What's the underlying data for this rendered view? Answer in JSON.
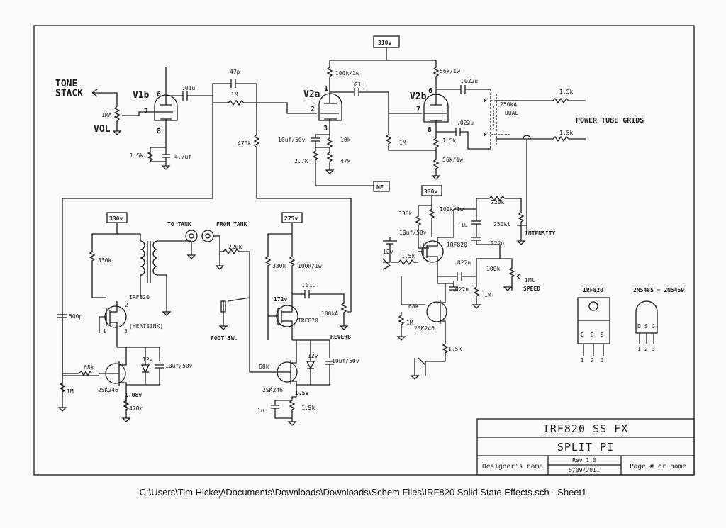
{
  "title_block": {
    "title": "IRF820 SS FX",
    "subtitle": "SPLIT PI",
    "designer_label": "Designer's name",
    "revision": "Rev 1.0",
    "date": "5/09/2011",
    "page_label": "Page # or name"
  },
  "footer_path": "C:\\Users\\Tim Hickey\\Documents\\Downloads\\Downloads\\Schem Files\\IRF820 Solid State Effects.sch  -  Sheet1",
  "supply_labels": {
    "main": "310v",
    "reverb_driver": "330v",
    "reverb_recovery": "275v",
    "trem": "330v"
  },
  "io_labels": {
    "tone_stack": "TONE\nSTACK",
    "vol": "VOL",
    "power_tube_grids": "POWER TUBE GRIDS",
    "to_tank": "TO TANK",
    "from_tank": "FROM TANK",
    "foot_sw": "FOOT SW.",
    "nf": "NF",
    "reverb": "REVERB",
    "intensity": "INTENSITY",
    "speed": "SPEED",
    "heatsink": "(HEATSINK)",
    "dual": "DUAL"
  },
  "tubes": {
    "v1b": "V1b",
    "v2a": "V2a",
    "v2b": "V2b"
  },
  "pin_numbers": {
    "v1b_plate": "6",
    "v1b_grid": "7",
    "v1b_cath": "8",
    "v2a_plate": "1",
    "v2a_grid": "2",
    "v2a_cath": "3",
    "v2b_plate": "6",
    "v2b_grid": "7",
    "v2b_cath": "8"
  },
  "components": {
    "vol_pot": "1MA",
    "v1b_rk": "1.5k",
    "v1b_ck": "4.7uf",
    "c_01u_a": ".01u",
    "c_47p": "47p",
    "r_1m_a": "1M",
    "r_470k": "470k",
    "r_100k1w_a": "100k/1w",
    "c_01u_b": ".01u",
    "c_10uf50v_a": "10uf/50v",
    "r_10k": "10k",
    "r_27k": "2.7k",
    "r_47k": "47k",
    "r_1m_b": "1M",
    "r_56k1w_a": "56k/1w",
    "c_022u_a": ".022u",
    "c_022u_b": ".022u",
    "r_15k_a": "1.5k",
    "r_56k1w_b": "56k/1w",
    "pot_250ka": "250kA",
    "r_15k_out1": "1.5k",
    "r_15k_out2": "1.5k",
    "r_330k_a": "330k",
    "mosfet_a": "IRF820",
    "c_500p": "500p",
    "r_68k_a": "68k",
    "jfet_a": "2SK246",
    "r_1m_c": "1M",
    "v_108": "1.08v",
    "r_470r": "470r",
    "zener_a": "12v",
    "c_10uf50v_b": "10uf/50v",
    "r_220k_a": "220k",
    "r_330k_b": "330k",
    "r_100k1w_b": "100k/1w",
    "v_172": "172v",
    "mosfet_b": "IRF820",
    "c_01u_c": ".01u",
    "pot_100ka": "100kA",
    "r_68k_b": "68k",
    "jfet_b": "2SK246",
    "v_15": "1.5v",
    "c_1u": ".1u",
    "r_15k_b": "1.5k",
    "zener_b": "12v",
    "c_10uf50v_c": "10uf/50v",
    "r_330k_c": "330k",
    "r_100k1w_c": "100k/1w",
    "r_220k_b": "220k",
    "c_1u_b": ".1u",
    "pot_250kl": "250kl",
    "c_10uf50v_d": "10uf/50v",
    "zener_c": "12v",
    "r_15k_c": "1.5k",
    "mosfet_c": "IRF820",
    "c_022u_c": ".022u",
    "c_022u_d": ".022u",
    "c_022u_e": ".022u",
    "r_100k_d": "100k",
    "pot_1m1": "1Ml",
    "r_1m_d": "1M",
    "r_68k_c": "68k",
    "r_1m_e": "1M",
    "jfet_c": "2SK246",
    "r_15k_d": "1.5k"
  },
  "pinouts": {
    "irf820_title": "IRF820",
    "irf820_pins": [
      "G",
      "D",
      "S"
    ],
    "irf820_nums": [
      "1",
      "2",
      "3"
    ],
    "jfet_title": "2N5485 = 2N5459",
    "jfet_pins": [
      "D",
      "S",
      "G"
    ],
    "jfet_nums": [
      "1",
      "2",
      "3"
    ]
  }
}
